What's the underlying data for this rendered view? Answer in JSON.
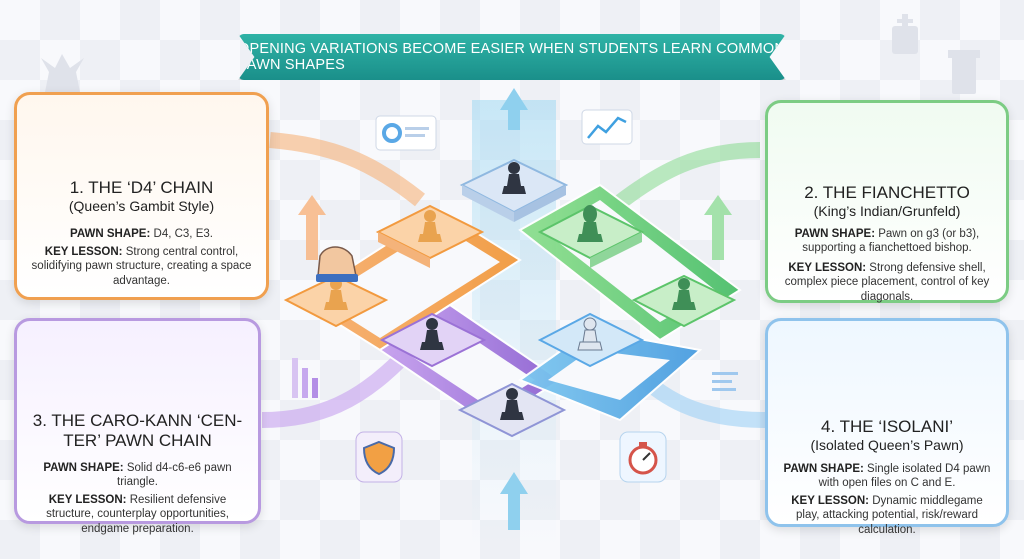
{
  "banner": {
    "text": "OPENING VARIATIONS BECOME EASIER WHEN STUDENTS LEARN COMMON PAWN SHAPES"
  },
  "cards": [
    {
      "title": "1. THE ‘D4’ CHAIN",
      "subtitle": "(Queen’s Gambit Style)",
      "shape_label": "PAWN SHAPE:",
      "shape_text": "D4, C3, E3.",
      "lesson_label": "KEY LESSON:",
      "lesson_text": "Strong central control, solidifying pawn structure, creating a space advantage."
    },
    {
      "title": "2. THE FIANCHETTO",
      "subtitle": "(King’s Indian/Grunfeld)",
      "shape_label": "PAWN SHAPE:",
      "shape_text": "Pawn on g3 (or b3), supporting a fianchettoed bishop.",
      "lesson_label": "KEY LESSON:",
      "lesson_text": "Strong defensive shell, complex piece placement, control of key diagonals."
    },
    {
      "title": "3. THE CARO-KANN ‘CEN-",
      "subtitle": "TER’ PAWN CHAIN",
      "shape_label": "PAWN SHAPE:",
      "shape_text": "Solid d4-c6-e6 pawn triangle.",
      "lesson_label": "KEY LESSON:",
      "lesson_text": "Resilient defensive structure, counterplay opportunities, endgame preparation."
    },
    {
      "title": "4. THE ‘ISOLANI’",
      "subtitle": "(Isolated Queen’s Pawn)",
      "shape_label": "PAWN SHAPE:",
      "shape_text": "Single isolated D4 pawn with open files on C and E.",
      "lesson_label": "KEY LESSON:",
      "lesson_text": "Dynamic middlegame play, attacking potential, risk/reward calculation."
    }
  ],
  "colors": {
    "orange": "#f29a3f",
    "green": "#5cc46a",
    "purple": "#9b72d6",
    "blue": "#5aa8e6",
    "teal": "#1fa39b"
  },
  "icons": [
    "pawn-icon",
    "king-icon",
    "bishop-icon",
    "hand-icon",
    "shield-icon",
    "stopwatch-icon",
    "chart-icon",
    "arrow-up-icon"
  ]
}
